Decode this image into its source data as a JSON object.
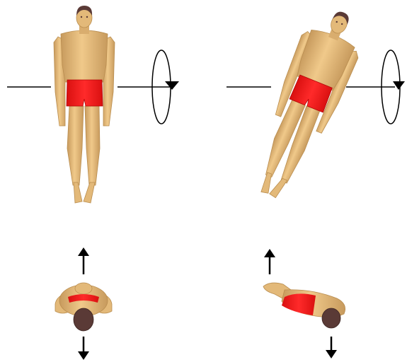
{
  "figure": {
    "colors": {
      "background": "#ffffff",
      "skin": "#e3b979",
      "skin_shadow": "#b98d4f",
      "shorts": "#ff1f1f",
      "shorts_shadow": "#c90a0a",
      "hair": "#5a3a36",
      "line": "#000000"
    },
    "panels": [
      {
        "id": "front-upright",
        "icon": "upright-body-front-icon",
        "axis": "horizontal-rotation-axis",
        "rotation": "rotation-arrow-icon"
      },
      {
        "id": "front-tilted",
        "icon": "tilted-body-front-icon",
        "axis": "horizontal-rotation-axis",
        "rotation": "rotation-arrow-icon"
      },
      {
        "id": "top-upright",
        "icon": "body-top-view-icon",
        "arrows": [
          "up-arrow-icon",
          "down-arrow-icon"
        ]
      },
      {
        "id": "top-tilted",
        "icon": "tilted-body-top-view-icon",
        "arrows": [
          "up-arrow-icon",
          "down-arrow-icon"
        ]
      }
    ]
  }
}
